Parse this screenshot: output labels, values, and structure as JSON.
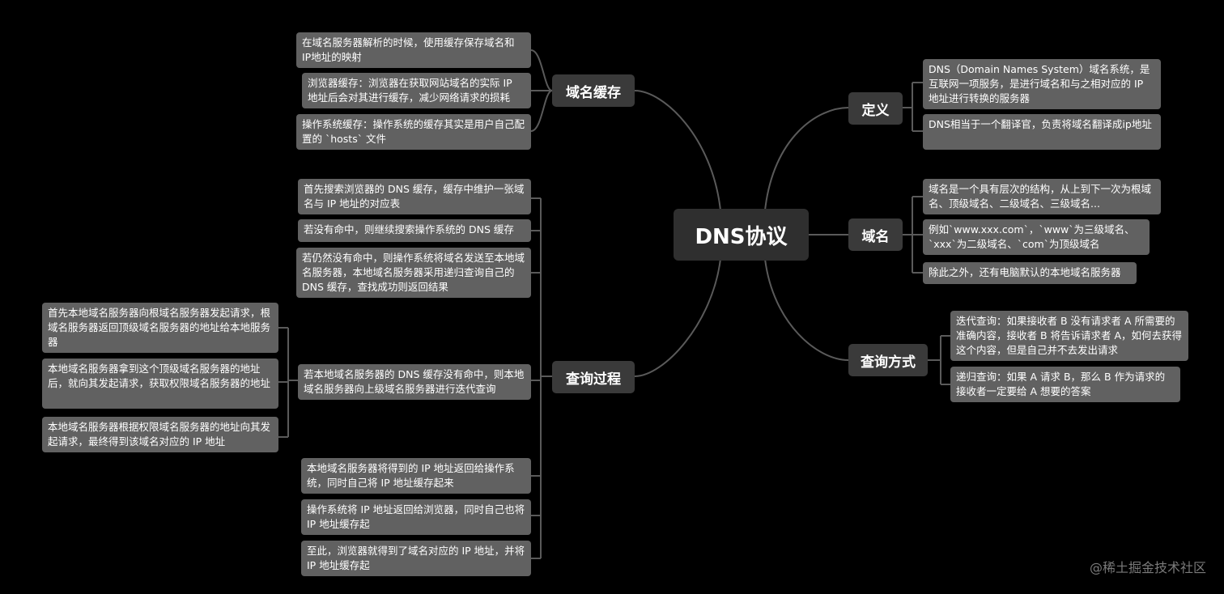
{
  "root": {
    "title": "DNS协议"
  },
  "branches": {
    "cache": {
      "title": "域名缓存",
      "items": [
        "在域名服务器解析的时候，使用缓存保存域名和 IP地址的映射",
        "浏览器缓存：浏览器在获取网站域名的实际 IP 地址后会对其进行缓存，减少网络请求的损耗",
        "操作系统缓存：操作系统的缓存其实是用户自己配置的 `hosts` 文件"
      ]
    },
    "process": {
      "title": "查询过程",
      "items": [
        "首先搜索浏览器的 DNS 缓存，缓存中维护一张域名与 IP 地址的对应表",
        "若没有命中，则继续搜索操作系统的 DNS 缓存",
        "若仍然没有命中，则操作系统将域名发送至本地域名服务器，本地域名服务器采用递归查询自己的 DNS 缓存，查找成功则返回结果",
        "若本地域名服务器的 DNS 缓存没有命中，则本地域名服务器向上级域名服务器进行迭代查询",
        "本地域名服务器将得到的 IP 地址返回给操作系统，同时自己将 IP 地址缓存起来",
        "操作系统将 IP 地址返回给浏览器，同时自己也将 IP 地址缓存起",
        "至此，浏览器就得到了域名对应的 IP 地址，并将 IP 地址缓存起"
      ],
      "sub_items": [
        "首先本地域名服务器向根域名服务器发起请求，根域名服务器返回顶级域名服务器的地址给本地服务器",
        "本地域名服务器拿到这个顶级域名服务器的地址后，就向其发起请求，获取权限域名服务器的地址",
        "本地域名服务器根据权限域名服务器的地址向其发起请求，最终得到该域名对应的 IP 地址"
      ]
    },
    "definition": {
      "title": "定义",
      "items": [
        "DNS（Domain Names System）域名系统，是互联网一项服务，是进行域名和与之相对应的 IP 地址进行转换的服务器",
        "DNS相当于一个翻译官，负责将域名翻译成ip地址"
      ]
    },
    "domain": {
      "title": "域名",
      "items": [
        "域名是一个具有层次的结构，从上到下一次为根域名、顶级域名、二级域名、三级域名...",
        "例如`www.xxx.com`，`www`为三级域名、`xxx`为二级域名、`com`为顶级域名",
        "除此之外，还有电脑默认的本地域名服务器"
      ]
    },
    "query": {
      "title": "查询方式",
      "items": [
        "迭代查询：如果接收者 B 没有请求者 A 所需要的准确内容，接收者 B 将告诉请求者 A，如何去获得这个内容，但是自己并不去发出请求",
        "递归查询：如果 A 请求 B，那么 B 作为请求的接收者一定要给 A 想要的答案"
      ]
    }
  },
  "watermark": "@稀土掘金技术社区",
  "colors": {
    "background": "#000000",
    "node": "#616161",
    "branch": "#3a3a3a",
    "root": "#2f2f2f",
    "connector": "#5a5a5a"
  }
}
